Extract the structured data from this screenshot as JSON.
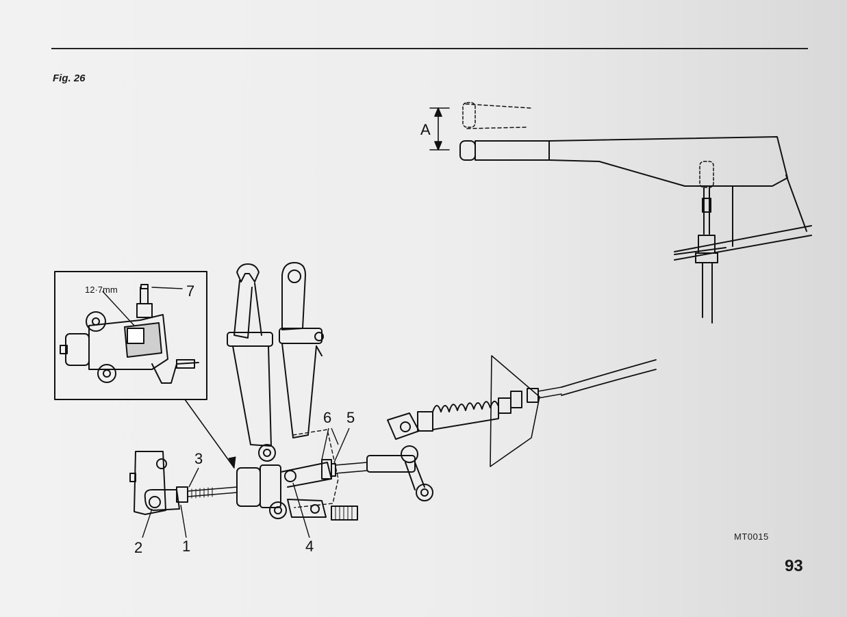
{
  "figure": {
    "label": "Fig. 26",
    "code": "MT0015"
  },
  "page_number": "93",
  "callouts": {
    "a": "A",
    "n1": "1",
    "n2": "2",
    "n3": "3",
    "n4": "4",
    "n5": "5",
    "n6": "6",
    "n7": "7",
    "dim": "12·7mm"
  }
}
